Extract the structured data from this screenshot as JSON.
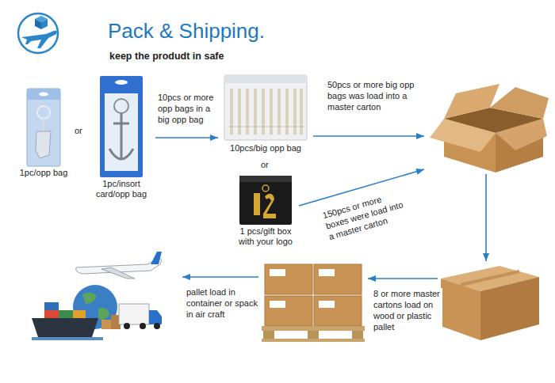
{
  "diagram": {
    "title": "Pack & Shipping.",
    "nodes": [
      {
        "text": [
          "1pc/opp bag"
        ]
      },
      {
        "text": [
          "1pc/insort card/opp bag"
        ]
      },
      {
        "text": [
          "10pcs/big opp bag"
        ]
      },
      {
        "text": [
          "1 pcs/gift box with your logo"
        ]
      },
      {
        "text": []
      },
      {
        "text": []
      },
      {
        "text": []
      },
      {
        "text": []
      }
    ],
    "edges": [
      {
        "from": 1,
        "to": 2,
        "arrow": "to",
        "label": "10pcs or more opp bags in a big opp bag"
      },
      {
        "from": 2,
        "to": 4,
        "arrow": "to",
        "label": "50pcs or more big opp bags was load into a master carton"
      },
      {
        "from": 3,
        "to": 4,
        "arrow": "to",
        "label": "150pcs or more boxes were load into a master carton"
      },
      {
        "from": 4,
        "to": 5,
        "arrow": "to"
      },
      {
        "from": 5,
        "to": 6,
        "arrow": "to",
        "label": "8 or more master cartons load on wood or plastic pallet"
      },
      {
        "from": 6,
        "to": 7,
        "arrow": "to",
        "label": "pallet load in container or spack in air craft"
      }
    ],
    "labels": [
      "keep the produdt in safe",
      "or",
      "or"
    ]
  }
}
